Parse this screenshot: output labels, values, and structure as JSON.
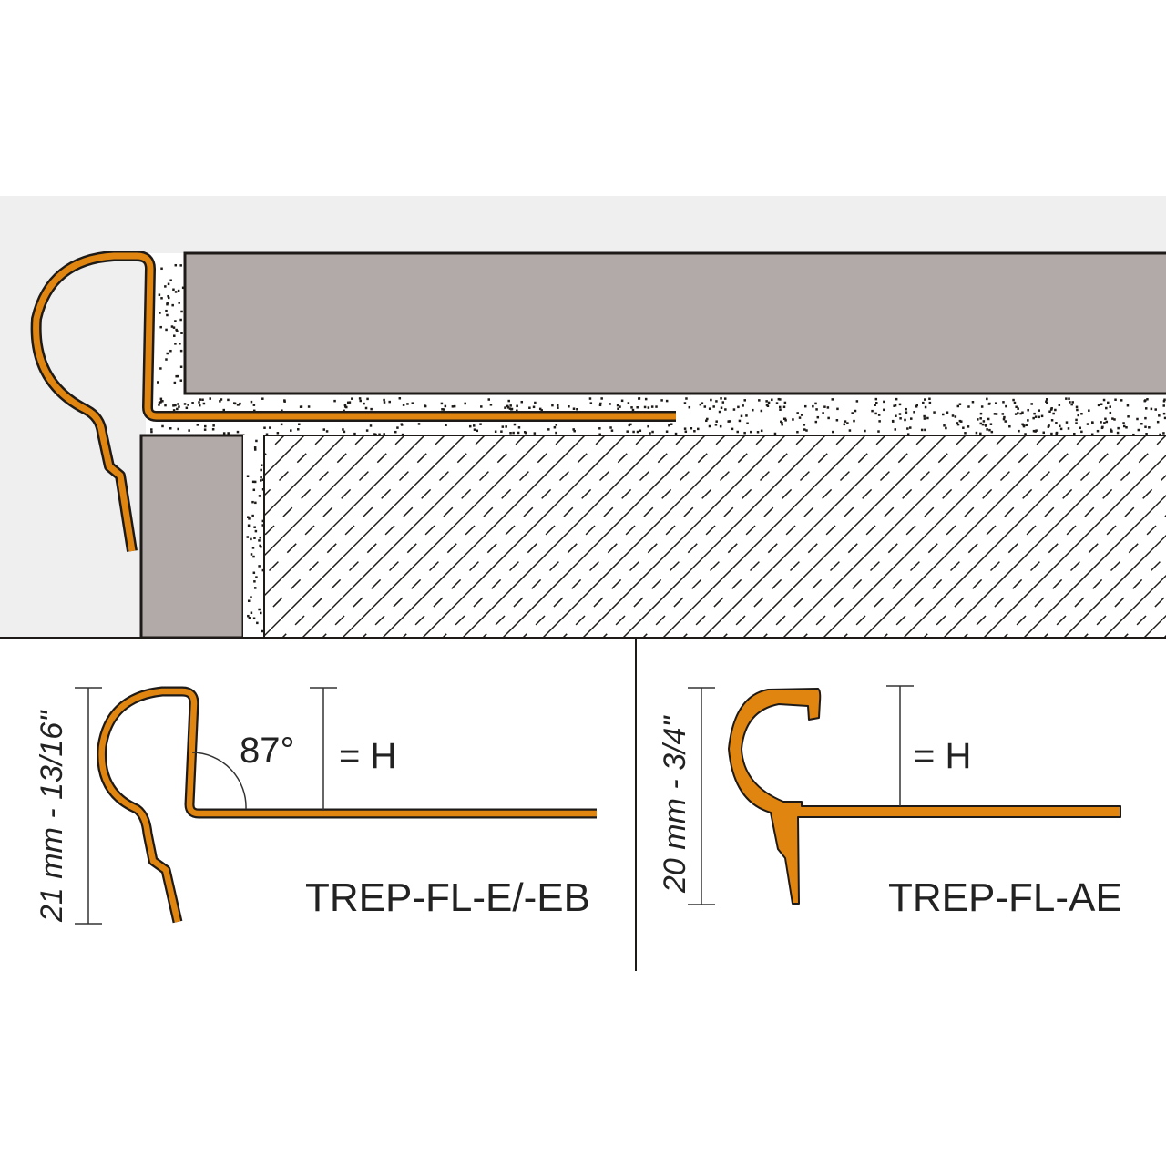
{
  "colors": {
    "profile_orange": "#e0850f",
    "tile_gray": "#b1aaa8",
    "background_gray": "#efefef",
    "outline": "#1e1a18"
  },
  "section": {
    "description_labels": []
  },
  "left_detail": {
    "height_dimension": "21 mm - 13/16\"",
    "angle": "87°",
    "h_label": "= H",
    "product_name": "TREP-FL-E/-EB"
  },
  "right_detail": {
    "height_dimension": "20 mm - 3/4\"",
    "h_label": "= H",
    "product_name": "TREP-FL-AE"
  }
}
